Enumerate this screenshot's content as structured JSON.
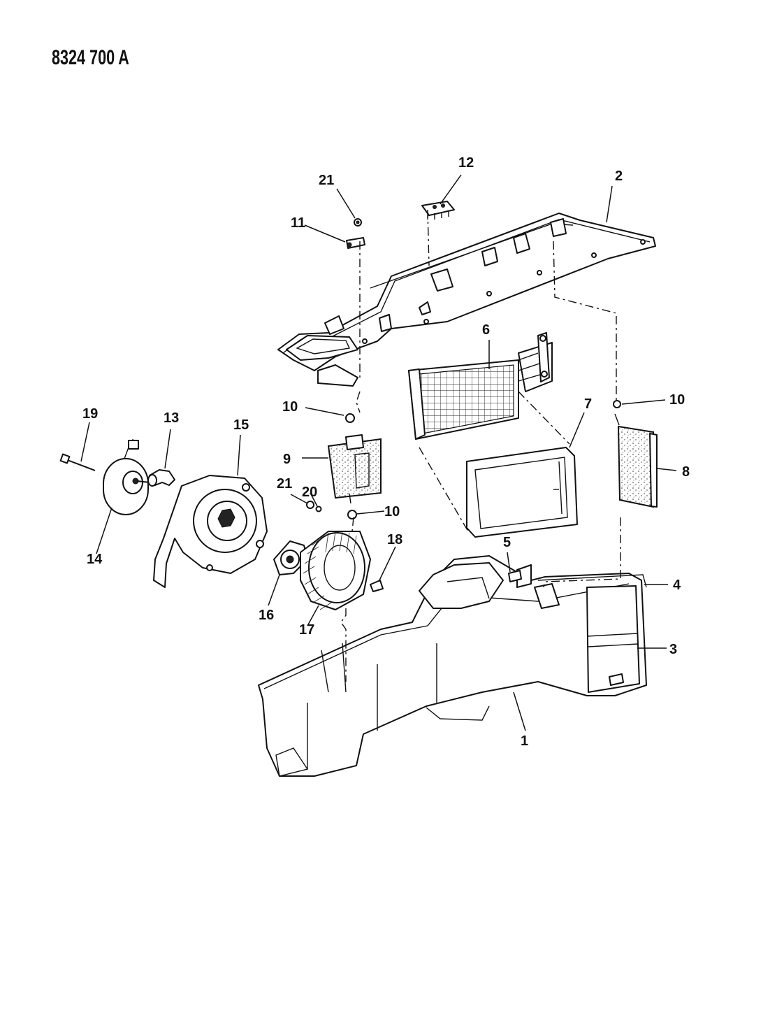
{
  "document": {
    "code": "8324 700 A"
  },
  "callouts": [
    {
      "id": "c1",
      "text": "1"
    },
    {
      "id": "c2",
      "text": "2"
    },
    {
      "id": "c3",
      "text": "3"
    },
    {
      "id": "c4",
      "text": "4"
    },
    {
      "id": "c5",
      "text": "5"
    },
    {
      "id": "c6",
      "text": "6"
    },
    {
      "id": "c7",
      "text": "7"
    },
    {
      "id": "c8",
      "text": "8"
    },
    {
      "id": "c9",
      "text": "9"
    },
    {
      "id": "c10a",
      "text": "10"
    },
    {
      "id": "c10b",
      "text": "10"
    },
    {
      "id": "c10c",
      "text": "10"
    },
    {
      "id": "c11",
      "text": "11"
    },
    {
      "id": "c12",
      "text": "12"
    },
    {
      "id": "c13",
      "text": "13"
    },
    {
      "id": "c14",
      "text": "14"
    },
    {
      "id": "c15",
      "text": "15"
    },
    {
      "id": "c16",
      "text": "16"
    },
    {
      "id": "c17",
      "text": "17"
    },
    {
      "id": "c18",
      "text": "18"
    },
    {
      "id": "c19",
      "text": "19"
    },
    {
      "id": "c20",
      "text": "20"
    },
    {
      "id": "c21a",
      "text": "21"
    },
    {
      "id": "c21b",
      "text": "21"
    }
  ]
}
